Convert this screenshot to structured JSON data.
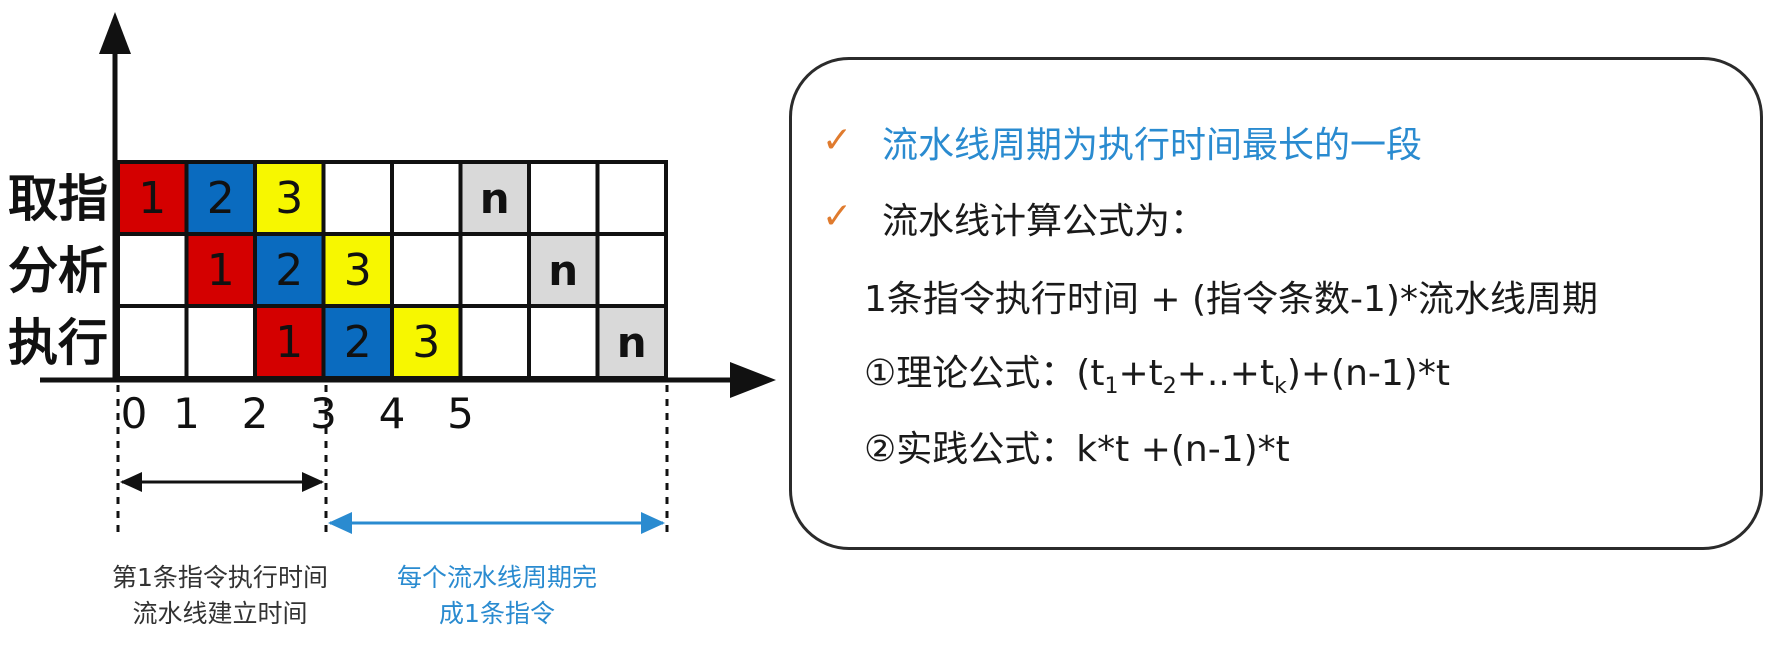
{
  "pipeline": {
    "stages": [
      "取指",
      "分析",
      "执行"
    ],
    "colors": {
      "1": "#d40000",
      "2": "#0a6bbf",
      "3": "#f7f700",
      "n": "#d9d9d9"
    },
    "rows": [
      [
        "1",
        "2",
        "3",
        "",
        "",
        "n",
        "",
        ""
      ],
      [
        "",
        "1",
        "2",
        "3",
        "",
        "",
        "n",
        ""
      ],
      [
        "",
        "",
        "1",
        "2",
        "3",
        "",
        "",
        "n"
      ]
    ],
    "ticks": [
      "0",
      "1",
      "2",
      "3",
      "4",
      "5"
    ]
  },
  "notes": {
    "left_line1": "第1条指令执行时间",
    "left_line2": "流水线建立时间",
    "right_line1": "每个流水线周期完",
    "right_line2": "成1条指令"
  },
  "info": {
    "check_icon": "✓",
    "bullet1": "流水线周期为执行时间最长的一段",
    "bullet2": "流水线计算公式为：",
    "formula": "1条指令执行时间 + (指令条数-1)*流水线周期",
    "theory_label": "①理论公式：",
    "theory_open": "(t",
    "theory_sub1": "1",
    "theory_plus1": "+t",
    "theory_sub2": "2",
    "theory_mid": "+..+t",
    "theory_subk": "k",
    "theory_close": ")+(n-1)*t",
    "practice_label": "②实践公式：",
    "practice_formula": "k*t +(n-1)*t"
  }
}
